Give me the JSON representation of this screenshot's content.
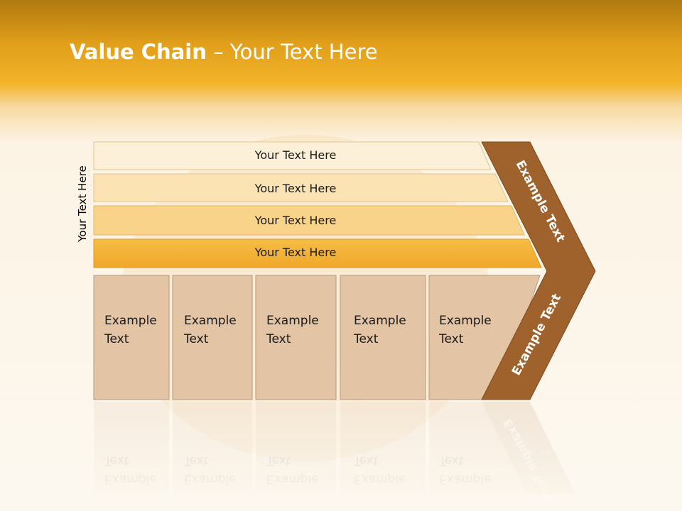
{
  "title": {
    "bold": "Value Chain",
    "rest": " – Your Text Here"
  },
  "side_label": "Your Text Here",
  "rows": [
    {
      "label": "Your Text Here"
    },
    {
      "label": "Your Text Here"
    },
    {
      "label": "Your Text Here"
    },
    {
      "label": "Your Text Here"
    }
  ],
  "boxes": [
    {
      "line1": "Example",
      "line2": "Text"
    },
    {
      "line1": "Example",
      "line2": "Text"
    },
    {
      "line1": "Example",
      "line2": "Text"
    },
    {
      "line1": "Example",
      "line2": "Text"
    },
    {
      "line1": "Example",
      "line2": "Text"
    }
  ],
  "chevron": {
    "top_label": "Example Text",
    "bottom_label": "Example Text"
  },
  "colors": {
    "header": "#e09e1a",
    "row1": "#fdf0d8",
    "row2": "#fbe3b4",
    "row3": "#f9d38a",
    "row4": "#f4b53a",
    "box": "#e3c4a4",
    "chevron": "#a0622c"
  }
}
